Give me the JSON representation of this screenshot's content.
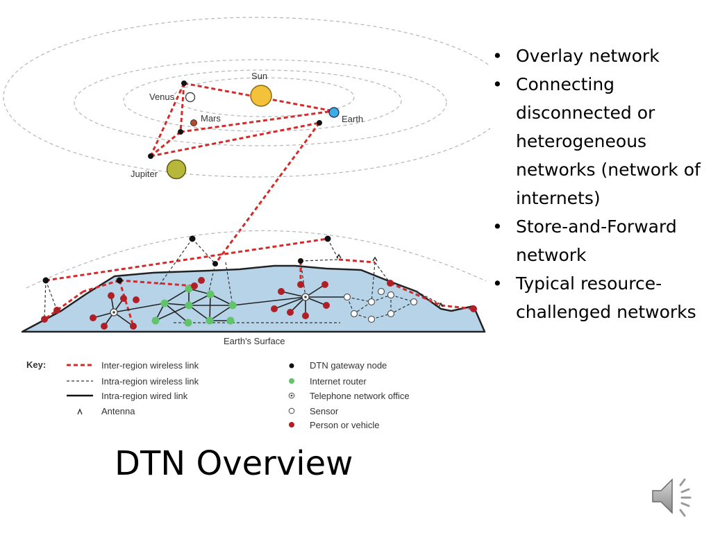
{
  "slide": {
    "title": "DTN Overview",
    "bullets": [
      "Overlay network",
      "Connecting disconnected or heterogeneous networks (network of internets)",
      "Store-and-Forward network",
      "Typical resource-challenged networks"
    ]
  },
  "diagram": {
    "bodies": {
      "sun": "Sun",
      "venus": "Venus",
      "mars": "Mars",
      "earth": "Earth",
      "jupiter": "Jupiter"
    },
    "surface_label": "Earth's Surface",
    "key": {
      "title": "Key:",
      "items": [
        "Inter-region wireless link",
        "Intra-region wireless link",
        "Intra-region wired link",
        "Antenna",
        "DTN gateway node",
        "Internet router",
        "Telephone network office",
        "Sensor",
        "Person or vehicle"
      ]
    },
    "colors": {
      "inter_link": "#d42a2a",
      "land": "#b6d3e8",
      "router": "#62c46a",
      "person": "#b01f26",
      "sun": "#f4c23a",
      "earth": "#3aaee0",
      "jupiter": "#b7b83a",
      "mars": "#b34b2a"
    }
  },
  "audio": {
    "icon": "speaker-icon"
  }
}
